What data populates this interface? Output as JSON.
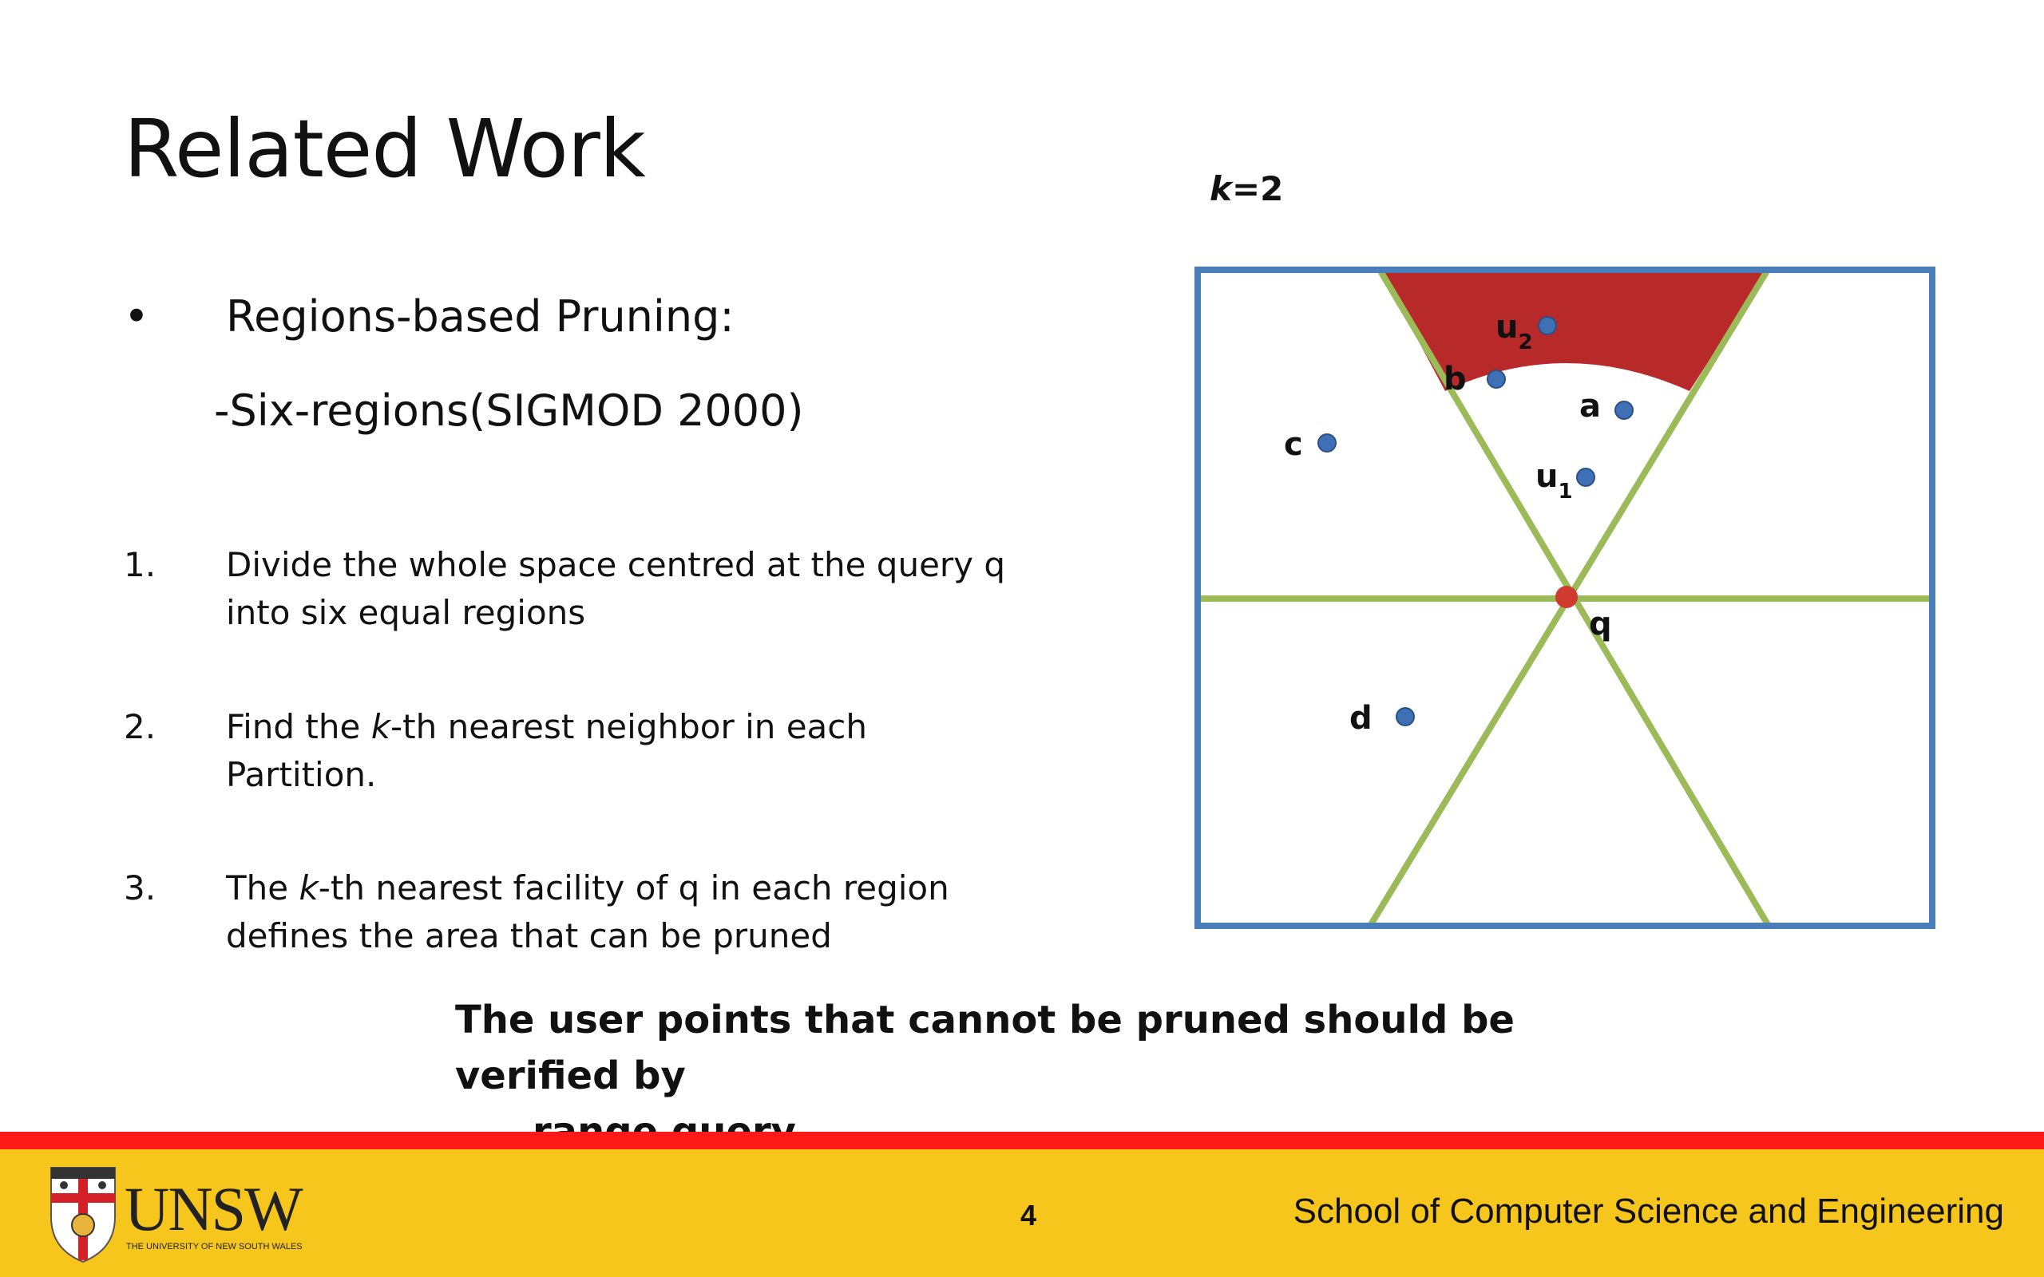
{
  "slide": {
    "title": "Related Work",
    "bullet_symbol": "•",
    "bullet": "Regions-based Pruning:",
    "sub_bullet": "-Six-regions(SIGMOD 2000)",
    "steps": [
      {
        "num": "1.",
        "text_line1": "Divide the whole space centred at the query q",
        "text_line2": "into six equal regions"
      },
      {
        "num": "2.",
        "pre": "Find the ",
        "italic": "k",
        "post": "-th nearest neighbor in each",
        "text_line2": "Partition."
      },
      {
        "num": "3.",
        "pre": "The ",
        "italic": "k",
        "post": "-th nearest facility of q in each region",
        "text_line2": "defines the area that can be pruned"
      }
    ],
    "note_line1": "The user points that cannot be pruned should be verified by",
    "note_line2": "range query"
  },
  "diagram": {
    "k_italic": "k",
    "k_rest": "=2",
    "points": {
      "u2": {
        "label": "u",
        "sub": "2"
      },
      "b": {
        "label": "b"
      },
      "a": {
        "label": "a"
      },
      "c": {
        "label": "c"
      },
      "u1": {
        "label": "u",
        "sub": "1"
      },
      "q": {
        "label": "q"
      },
      "d": {
        "label": "d"
      }
    },
    "colors": {
      "frame": "#4a7ebb",
      "region_lines": "#9bbb59",
      "pruned_region": "#b82a2a",
      "point": "#3f6fb5",
      "query_point": "#d03a2f"
    }
  },
  "footer": {
    "logo_text": "UNSW",
    "logo_subtext": "THE UNIVERSITY OF NEW SOUTH WALES",
    "page_number": "4",
    "school": "School of Computer Science and Engineering",
    "colors": {
      "band": "#f6c61c",
      "stripe": "#ff1a1a"
    }
  }
}
